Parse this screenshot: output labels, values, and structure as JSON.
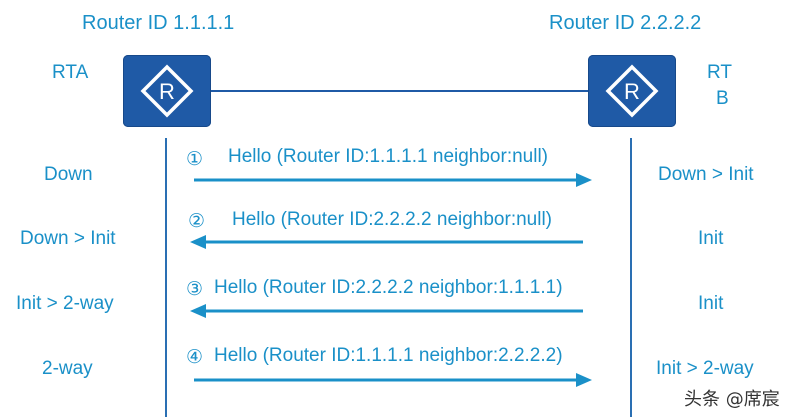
{
  "rta": {
    "router_id": "Router ID 1.1.1.1",
    "name": "RTA"
  },
  "rtb": {
    "router_id": "Router ID 2.2.2.2",
    "name_line1": "RT",
    "name_line2": "B"
  },
  "router_symbol": "R",
  "messages": [
    {
      "num": "①",
      "text": "Hello (Router ID:1.1.1.1 neighbor:null)",
      "direction": "A-to-B",
      "rta_state": "Down",
      "rtb_state": "Down > Init"
    },
    {
      "num": "②",
      "text": "Hello (Router ID:2.2.2.2 neighbor:null)",
      "direction": "B-to-A",
      "rta_state": "Down > Init",
      "rtb_state": "Init"
    },
    {
      "num": "③",
      "text": "Hello (Router ID:2.2.2.2 neighbor:1.1.1.1)",
      "direction": "B-to-A",
      "rta_state": "Init > 2-way",
      "rtb_state": "Init"
    },
    {
      "num": "④",
      "text": "Hello (Router ID:1.1.1.1 neighbor:2.2.2.2)",
      "direction": "A-to-B",
      "rta_state": "2-way",
      "rtb_state": "Init >  2-way"
    }
  ],
  "watermark": "头条 @席宸",
  "colors": {
    "text": "#1a90c8",
    "router": "#1f5aa6",
    "arrow": "#1a90c8"
  }
}
